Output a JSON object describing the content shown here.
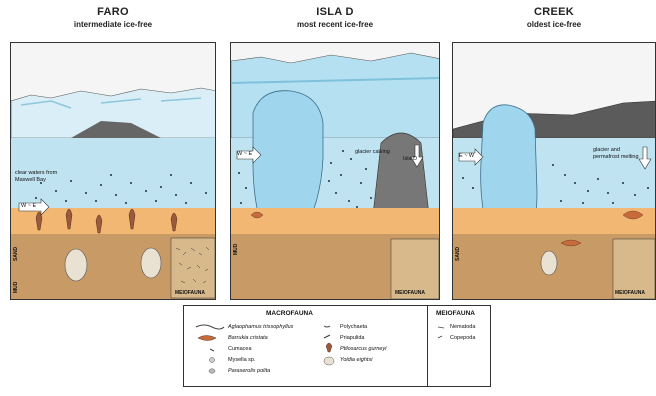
{
  "panels": [
    {
      "title": "FARO",
      "subtitle": "intermediate ice-free",
      "water_note": "clear waters from Maxwell Bay",
      "arrow_label": "W ~ E",
      "sed_top": "SAND",
      "sed_bottom": "MUD",
      "meio": "MEIOFAUNA"
    },
    {
      "title": "ISLA D",
      "subtitle": "most recent ice-free",
      "water_note": "glacier calving",
      "arrow_label": "W ~ E",
      "island": "Isla D",
      "sed_top": "MUD",
      "meio": "MEIOFAUNA"
    },
    {
      "title": "CREEK",
      "subtitle": "oldest ice-free",
      "water_note": "glacier and permafrost melting",
      "arrow_label": "E ~ W",
      "sed_top": "SAND",
      "meio": "MEIOFAUNA"
    }
  ],
  "legend": {
    "macro_title": "MACROFAUNA",
    "meio_title": "MEIOFAUNA",
    "macro_col1": [
      "Aglaophamus trissophyllus",
      "Barrukia cristata",
      "Cumacea",
      "Mysella sp.",
      "Paraserolis polita"
    ],
    "macro_col2": [
      "Polychaeta",
      "Priapulida",
      "Ptilosarcus gurneyi",
      "Yoldia eightsi"
    ],
    "meio_items": [
      "Nematoda",
      "Copepoda"
    ]
  },
  "colors": {
    "water": "#bfe3f0",
    "ice": "#9fd6ee",
    "sand": "#f2b873",
    "mud": "#c79a66",
    "border": "#333333"
  }
}
